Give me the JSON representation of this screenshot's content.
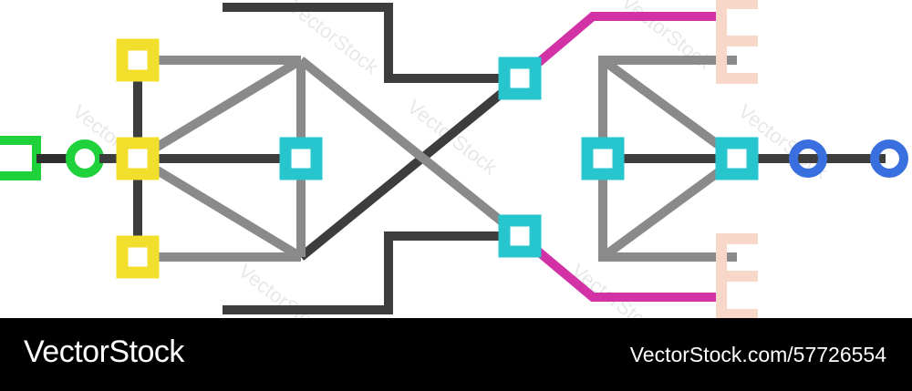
{
  "watermark": {
    "text": "VectorStock"
  },
  "footer": {
    "brand": "VectorStock",
    "image_id": "VectorStock.com/57726554"
  },
  "colors": {
    "background": "#ffffff",
    "dark_line": "#3d3d3d",
    "gray_line": "#8a8a8a",
    "yellow": "#f2df2c",
    "cyan": "#27c6cf",
    "magenta": "#d332a6",
    "green": "#1fd13a",
    "blue": "#3a6fe0",
    "peach": "#f7d7c8",
    "footer_bg": "#000000",
    "footer_text": "#ffffff"
  }
}
